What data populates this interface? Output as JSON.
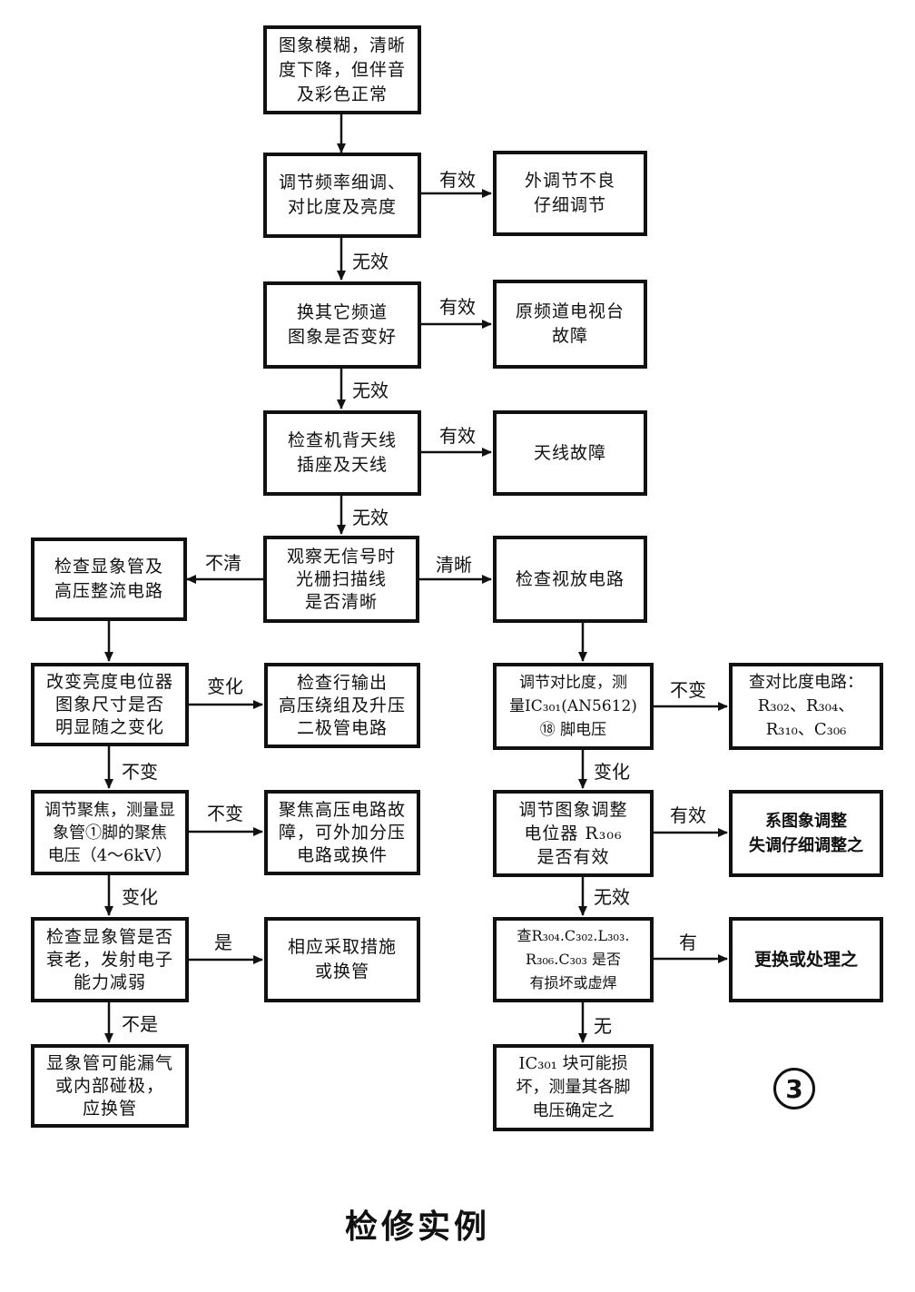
{
  "nodes": {
    "n1": "图象模糊，清晰\n度下降，但伴音\n及彩色正常",
    "n2": "调节频率细调、\n对比度及亮度",
    "n2r": "外调节不良\n仔细调节",
    "n3": "换其它频道\n图象是否变好",
    "n3r": "原频道电视台\n故障",
    "n4": "检查机背天线\n插座及天线",
    "n4r": "天线故障",
    "n5": "观察无信号时\n光栅扫描线\n是否清晰",
    "L1": "检查显象管及\n高压整流电路",
    "L2": "改变亮度电位器\n图象尺寸是否\n明显随之变化",
    "L2r": "检查行输出\n高压绕组及升压\n二极管电路",
    "L3": "调节聚焦，测量显\n象管①脚的聚焦\n电压（4～6kV）",
    "L3r": "聚焦高压电路故\n障，可外加分压\n电路或换件",
    "L4": "检查显象管是否\n衰老，发射电子\n能力减弱",
    "L4r": "相应采取措施\n或换管",
    "L5": "显象管可能漏气\n或内部碰极，\n应换管",
    "R1": "检查视放电路",
    "R2": "调节对比度，测\n量IC₃₀₁(AN5612)\n⑱ 脚电压",
    "R2r": "查对比度电路：\nR₃₀₂、R₃₀₄、\nR₃₁₀、C₃₀₆",
    "R3": "调节图象调整\n电位器 R₃₀₆\n是否有效",
    "R3r": "系图象调整\n失调仔细调整之",
    "R4": "查R₃₀₄.C₃₀₂.L₃₀₃.\nR₃₀₆.C₃₀₃ 是否\n有损坏或虚焊",
    "R4r": "更换或处理之",
    "R5": "IC₃₀₁ 块可能损\n坏，测量其各脚\n电压确定之"
  },
  "labels": {
    "e2_yes": "有效",
    "e2_no": "无效",
    "e3_yes": "有效",
    "e3_no": "无效",
    "e4_yes": "有效",
    "e4_no": "无效",
    "e5_unclear": "不清",
    "e5_clear": "清晰",
    "eL2_change": "变化",
    "eL2_nochange": "不变",
    "eL3_nochange": "不变",
    "eL3_change": "变化",
    "eL4_yes": "是",
    "eL4_no": "不是",
    "eR2_nochange": "不变",
    "eR2_change": "变化",
    "eR3_yes": "有效",
    "eR3_no": "无效",
    "eR4_yes": "有",
    "eR4_no": "无"
  },
  "figure_number": "3",
  "title": "检修实例",
  "colors": {
    "ink": "#111111",
    "paper": "#ffffff"
  }
}
